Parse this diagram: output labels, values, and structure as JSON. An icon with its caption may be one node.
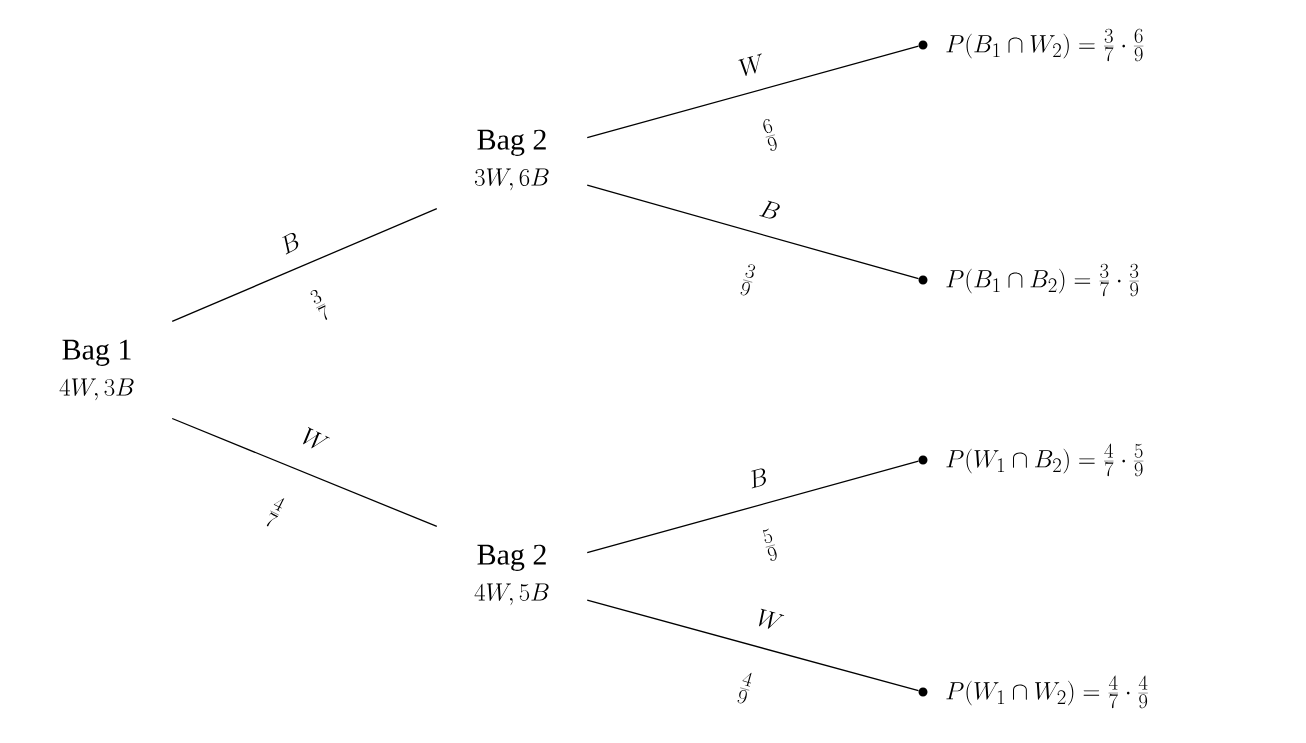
{
  "diagram": {
    "nodes": [
      {
        "text": [
          "Bag 1",
          "4W,3B"
        ]
      },
      {
        "text": [
          "Bag 2",
          "3W,6B"
        ]
      },
      {
        "text": [
          "Bag 2",
          "4W,5B"
        ]
      },
      {
        "text": [],
        "shape": "circle",
        "beside": [
          "P(B_1 \\cap W_2) = \\frac{3}{7} \\cdot \\frac{6}{9}"
        ]
      },
      {
        "text": [],
        "shape": "circle",
        "beside": [
          "P(B_1 \\cap B_2) = \\frac{3}{7} \\cdot \\frac{3}{9}"
        ]
      },
      {
        "text": [],
        "shape": "circle",
        "beside": [
          "P(W_1 \\cap B_2) = \\frac{4}{7} \\cdot \\frac{5}{9}"
        ]
      },
      {
        "text": [],
        "shape": "circle",
        "beside": [
          "P(W_1 \\cap W_2) = \\frac{4}{7} \\cdot \\frac{4}{9}"
        ]
      }
    ],
    "edges": [
      {
        "from": 0,
        "to": 1,
        "arrow": "none",
        "label": "B"
      },
      {
        "from": 0,
        "to": 2,
        "arrow": "none",
        "label": "W"
      },
      {
        "from": 1,
        "to": 3,
        "arrow": "none",
        "label": "W"
      },
      {
        "from": 1,
        "to": 4,
        "arrow": "none",
        "label": "B"
      },
      {
        "from": 2,
        "to": 5,
        "arrow": "none",
        "label": "B"
      },
      {
        "from": 2,
        "to": 6,
        "arrow": "none",
        "label": "W"
      }
    ],
    "labels": [
      "\\frac{3}{7}",
      "\\frac{4}{7}",
      "\\frac{6}{9}",
      "\\frac{3}{9}",
      "\\frac{5}{9}",
      "\\frac{4}{9}"
    ]
  }
}
